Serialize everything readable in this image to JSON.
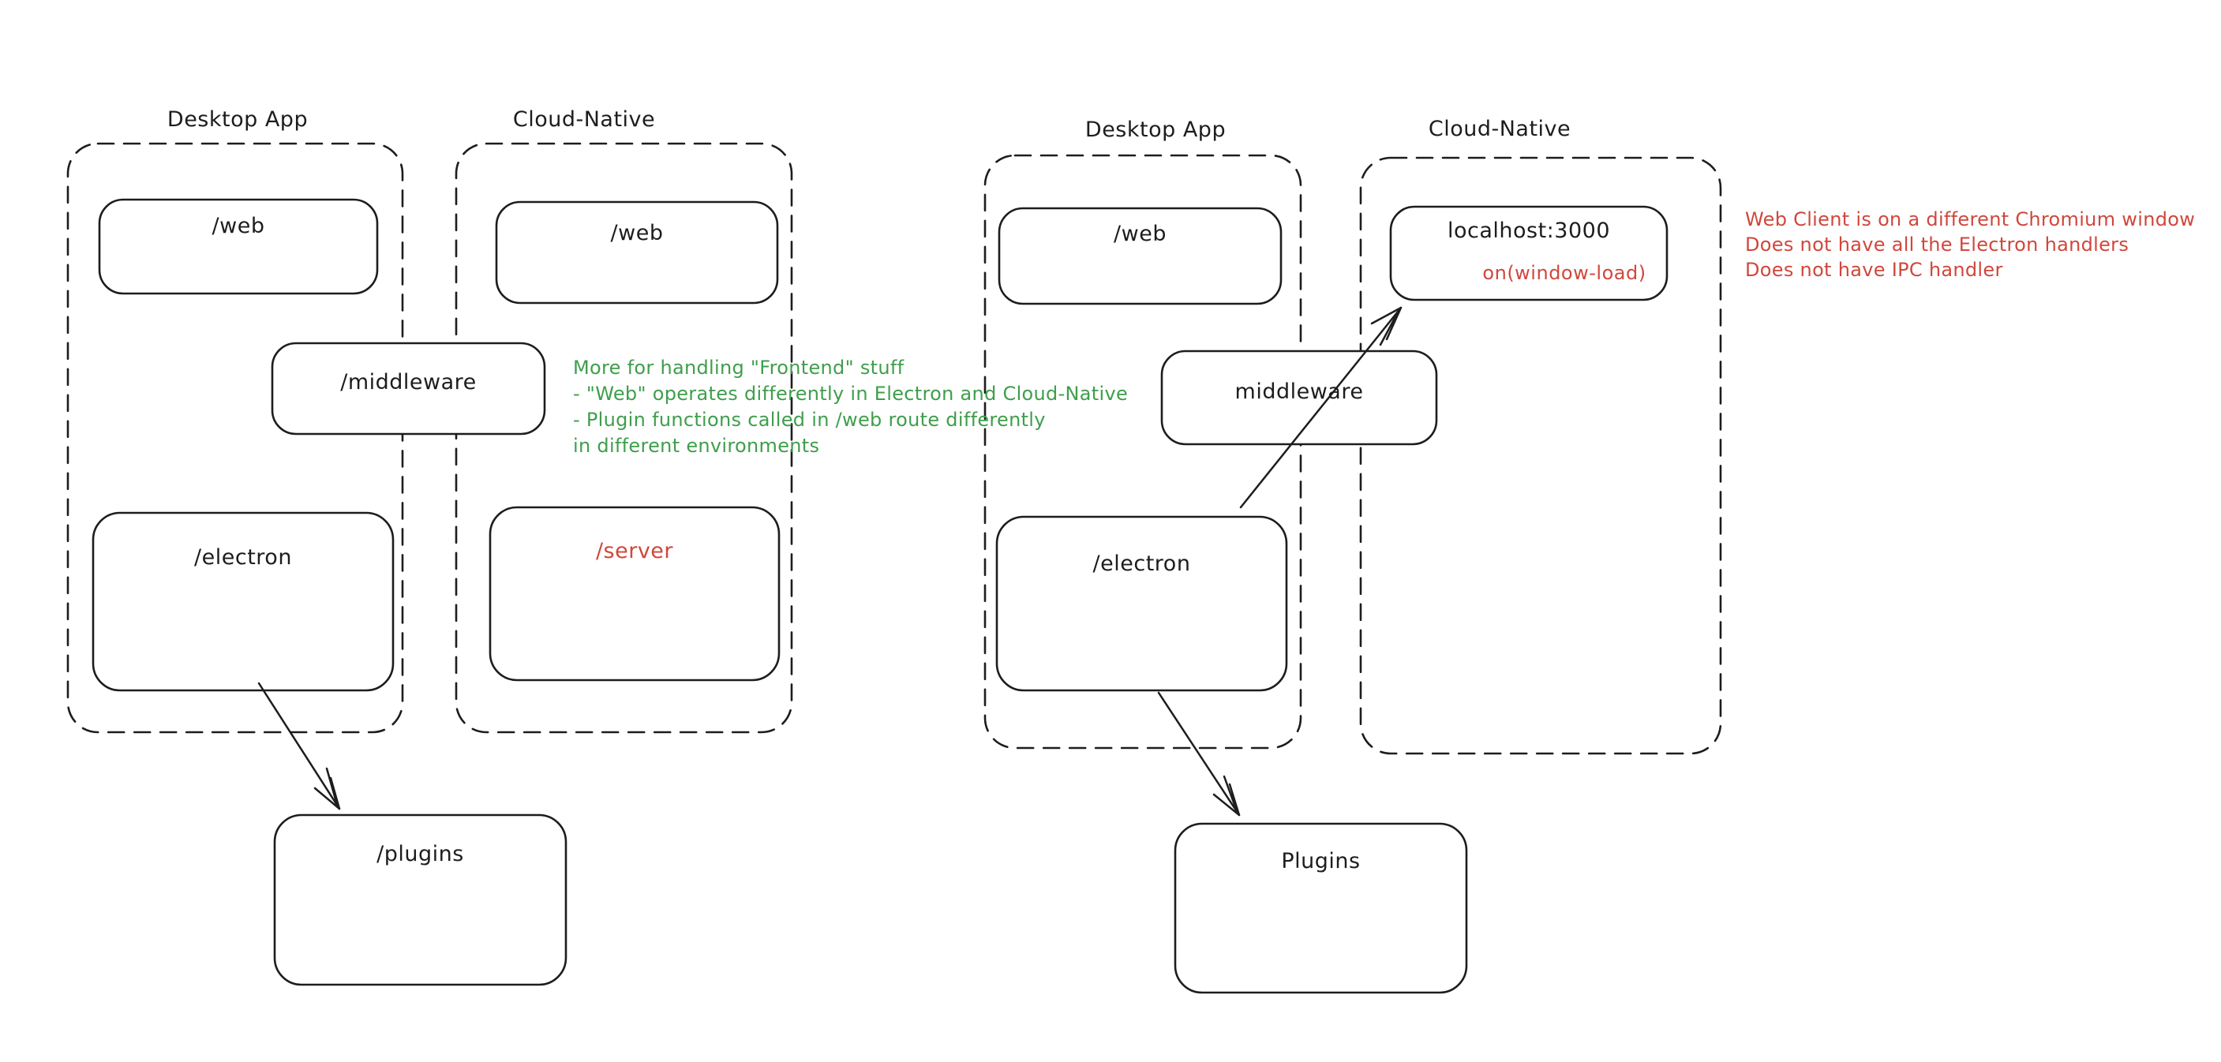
{
  "colors": {
    "stroke": "#1d1d1d",
    "red": "#d0473c",
    "green": "#3f9e4c",
    "background": "#ffffff"
  },
  "left": {
    "desktop_title": "Desktop App",
    "cloud_title": "Cloud-Native",
    "web_desktop": "/web",
    "web_cloud": "/web",
    "middleware": "/middleware",
    "electron": "/electron",
    "server": "/server",
    "plugins": "/plugins",
    "green_note": [
      "More for handling \"Frontend\" stuff",
      "- \"Web\" operates differently in Electron and Cloud-Native",
      "- Plugin functions called in /web route differently",
      "in different environments"
    ]
  },
  "right": {
    "desktop_title": "Desktop App",
    "cloud_title": "Cloud-Native",
    "web": "/web",
    "localhost": "localhost:3000",
    "window_load": "on(window-load)",
    "middleware": "middleware",
    "electron": "/electron",
    "plugins": "Plugins",
    "red_note": [
      "Web Client is on a different Chromium window",
      "Does not have all the Electron handlers",
      "Does not have IPC handler"
    ]
  }
}
